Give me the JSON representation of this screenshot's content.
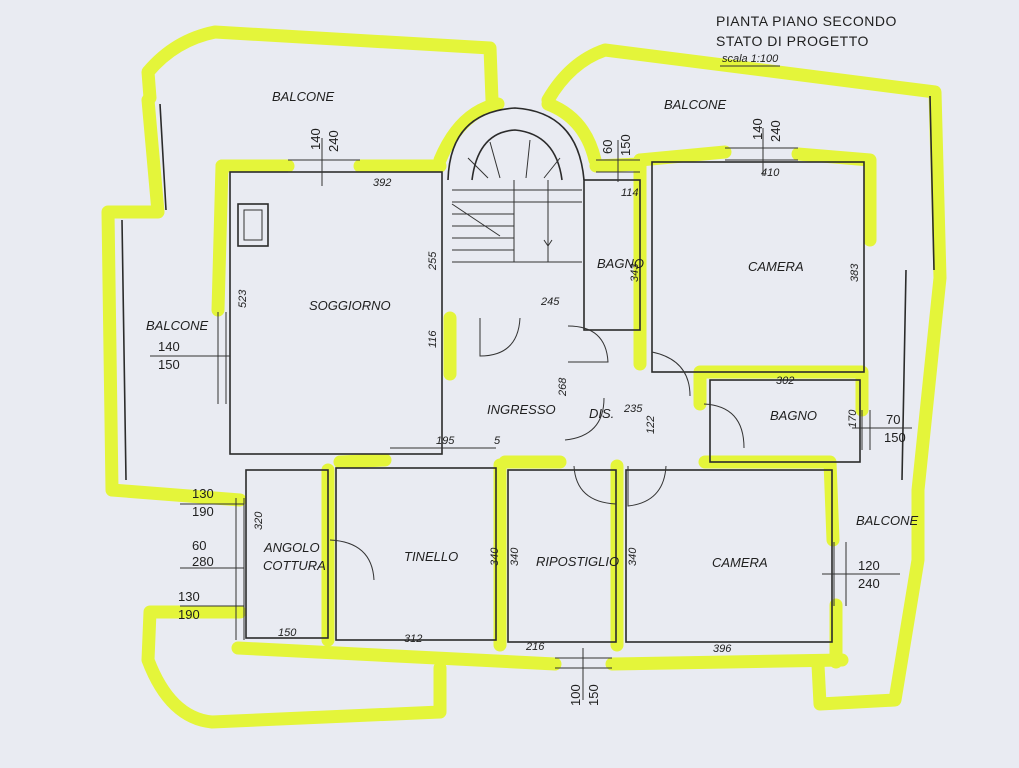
{
  "header": {
    "title_line1": "PIANTA PIANO SECONDO",
    "title_line2": "STATO DI PROGETTO",
    "scale": "scala 1:100"
  },
  "rooms": {
    "balcone_top_left": "BALCONE",
    "balcone_top_right": "BALCONE",
    "balcone_left": "BALCONE",
    "balcone_right": "BALCONE",
    "soggiorno": "SOGGIORNO",
    "camera_top": "CAMERA",
    "bagno_small": "BAGNO",
    "bagno_right": "BAGNO",
    "ingresso": "INGRESSO",
    "dis": "DIS.",
    "angolo_line1": "ANGOLO",
    "angolo_line2": "COTTURA",
    "tinello": "TINELLO",
    "ripostiglio": "RIPOSTIGLIO",
    "camera_bottom": "CAMERA"
  },
  "windows": {
    "top_soggiorno": {
      "a": "140",
      "b": "240"
    },
    "top_bagno": {
      "a": "60",
      "b": "150"
    },
    "top_camera": {
      "a": "140",
      "b": "240"
    },
    "left_soggiorno": {
      "a": "140",
      "b": "150"
    },
    "left_cottura_1": {
      "a": "130",
      "b": "190"
    },
    "left_cottura_2": {
      "a": "60",
      "b": "280"
    },
    "left_cottura_3": {
      "a": "130",
      "b": "190"
    },
    "right_bagno": {
      "a": "70",
      "b": "150"
    },
    "right_camera": {
      "a": "120",
      "b": "240"
    },
    "bottom_rip": {
      "a": "100",
      "b": "150"
    }
  },
  "dimensions": {
    "d392": "392",
    "d410": "410",
    "d114": "114",
    "d523": "523",
    "d255": "255",
    "d116": "116",
    "d245": "245",
    "d343": "343",
    "d383": "383",
    "d302": "302",
    "d170": "170",
    "d268": "268",
    "d235": "235",
    "d122": "122",
    "d195": "195",
    "d5": "5",
    "d320": "320",
    "d340a": "340",
    "d340b": "340",
    "d340c": "340",
    "d150": "150",
    "d312": "312",
    "d216": "216",
    "d396": "396"
  }
}
